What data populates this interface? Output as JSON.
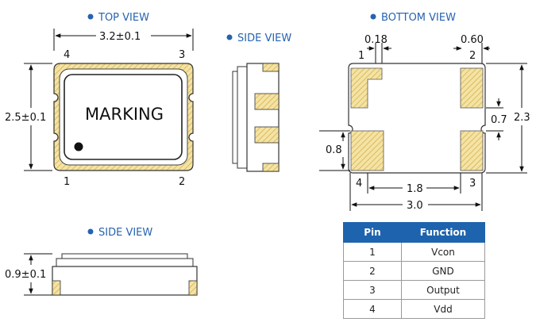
{
  "views": {
    "top": "TOP VIEW",
    "side1": "SIDE VIEW",
    "side2": "SIDE VIEW",
    "bottom": "BOTTOM VIEW"
  },
  "top_view": {
    "width_dim": "3.2±0.1",
    "height_dim": "2.5±0.1",
    "marking": "MARKING",
    "pins": [
      "1",
      "2",
      "3",
      "4"
    ]
  },
  "side_view": {
    "height_dim": "0.9±0.1"
  },
  "bottom_view": {
    "dim_pad_width": "0.18",
    "dim_corner": "0.60",
    "dim_gap": "0.7",
    "dim_height": "2.3",
    "dim_pad_height": "0.8",
    "dim_inner": "1.8",
    "dim_total": "3.0",
    "pins": [
      "1",
      "2",
      "3",
      "4"
    ]
  },
  "pin_table": {
    "headers": [
      "Pin",
      "Function"
    ],
    "rows": [
      {
        "pin": "1",
        "function": "Vcon"
      },
      {
        "pin": "2",
        "function": "GND"
      },
      {
        "pin": "3",
        "function": "Output"
      },
      {
        "pin": "4",
        "function": "Vdd"
      }
    ]
  },
  "colors": {
    "accent": "#2563b0",
    "table_header": "#1e63ad",
    "pad_fill": "#f2df9b",
    "pad_hatch": "#d8b64e"
  }
}
